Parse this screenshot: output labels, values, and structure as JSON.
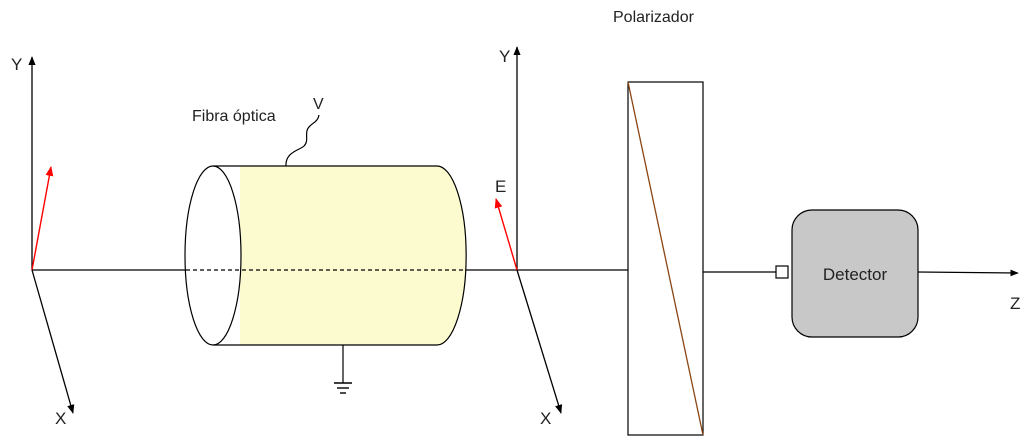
{
  "labels": {
    "y_left": "Y",
    "x_left": "X",
    "fiber": "Fibra óptica",
    "voltage": "V",
    "y_mid": "Y",
    "x_mid": "X",
    "field": "E",
    "polarizer": "Polarizador",
    "detector": "Detector",
    "z_axis": "Z"
  },
  "colors": {
    "line": "#000000",
    "vector": "#ff0000",
    "fiber_fill": "#fbfbcf",
    "detector_fill": "#c8c8c8",
    "polarizer_diagonal": "#8b4513"
  }
}
